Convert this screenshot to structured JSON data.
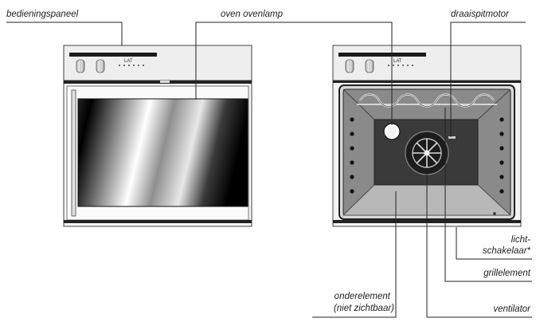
{
  "labels": {
    "control_panel": "bedieningspaneel",
    "oven_lamp": "oven ovenlamp",
    "rotisserie_motor": "draaispitmotor",
    "light_switch_line1": "licht-",
    "light_switch_line2": "schakelaar*",
    "grill_element": "grillelement",
    "bottom_element_line1": "onderelement",
    "bottom_element_line2": "(niet zichtbaar)",
    "fan": "ventilator"
  },
  "panel_markings": {
    "left_oven": "LAT",
    "right_oven": "LAT"
  },
  "colors": {
    "outline": "#333333",
    "oven_body": "#f4f4f4",
    "panel": "#eeeeee",
    "cavity_wall": "#8a8a8a",
    "cavity_back": "#3a3a3a",
    "fan_dark": "#1c1c1c",
    "glass_dark": "#111111",
    "glass_light": "#ffffff"
  }
}
